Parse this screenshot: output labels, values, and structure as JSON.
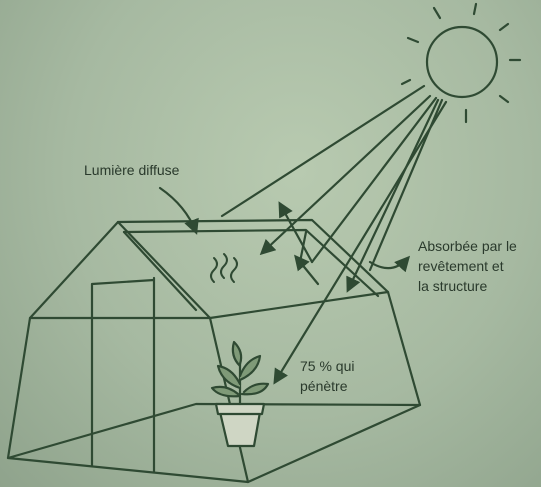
{
  "labels": {
    "diffuse_light": "Lumière diffuse",
    "absorbed": [
      "Absorbée par le",
      "revêtement et",
      "la structure"
    ],
    "penetrating": [
      "75 % qui",
      "pénètre"
    ]
  },
  "icons": [
    "sun-icon",
    "heat-waves-icon",
    "potted-plant-icon"
  ],
  "colors": {
    "background": "#a9bca4",
    "ink": "#2f4a33"
  }
}
